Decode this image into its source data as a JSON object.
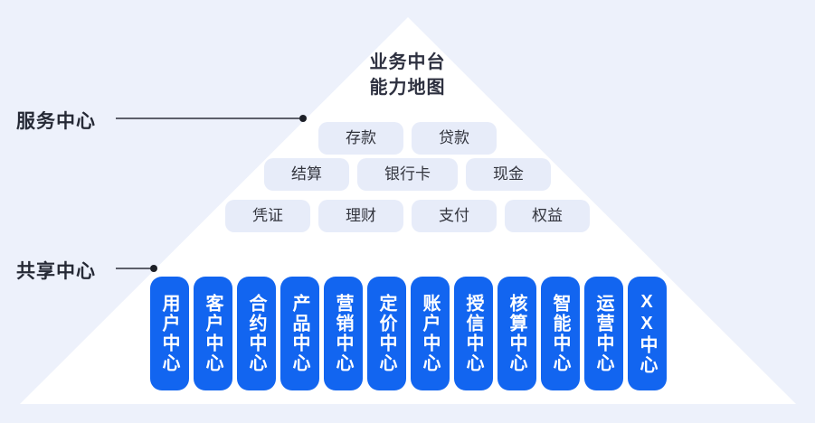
{
  "title": {
    "line1": "业务中台",
    "line2": "能力地图"
  },
  "labels": {
    "service": "服务中心",
    "shared": "共享中心"
  },
  "services": {
    "rows": [
      [
        "存款",
        "贷款"
      ],
      [
        "结算",
        "银行卡",
        "现金"
      ],
      [
        "凭证",
        "理财",
        "支付",
        "权益"
      ]
    ]
  },
  "shared": {
    "items": [
      "用户中心",
      "客户中心",
      "合约中心",
      "产品中心",
      "营销中心",
      "定价中心",
      "账户中心",
      "授信中心",
      "核算中心",
      "智能中心",
      "运营中心",
      "XX中心"
    ]
  },
  "colors": {
    "background": "#EDF1FB",
    "pyramid": "#FFFFFF",
    "capability_pill_bg": "#E7ECF9",
    "center_pill_bg": "#1265F0",
    "center_pill_text": "#FFFFFF",
    "text_dark": "#2E3140",
    "leader_line": "#5C5F6A",
    "leader_dot": "#1C1F27"
  }
}
